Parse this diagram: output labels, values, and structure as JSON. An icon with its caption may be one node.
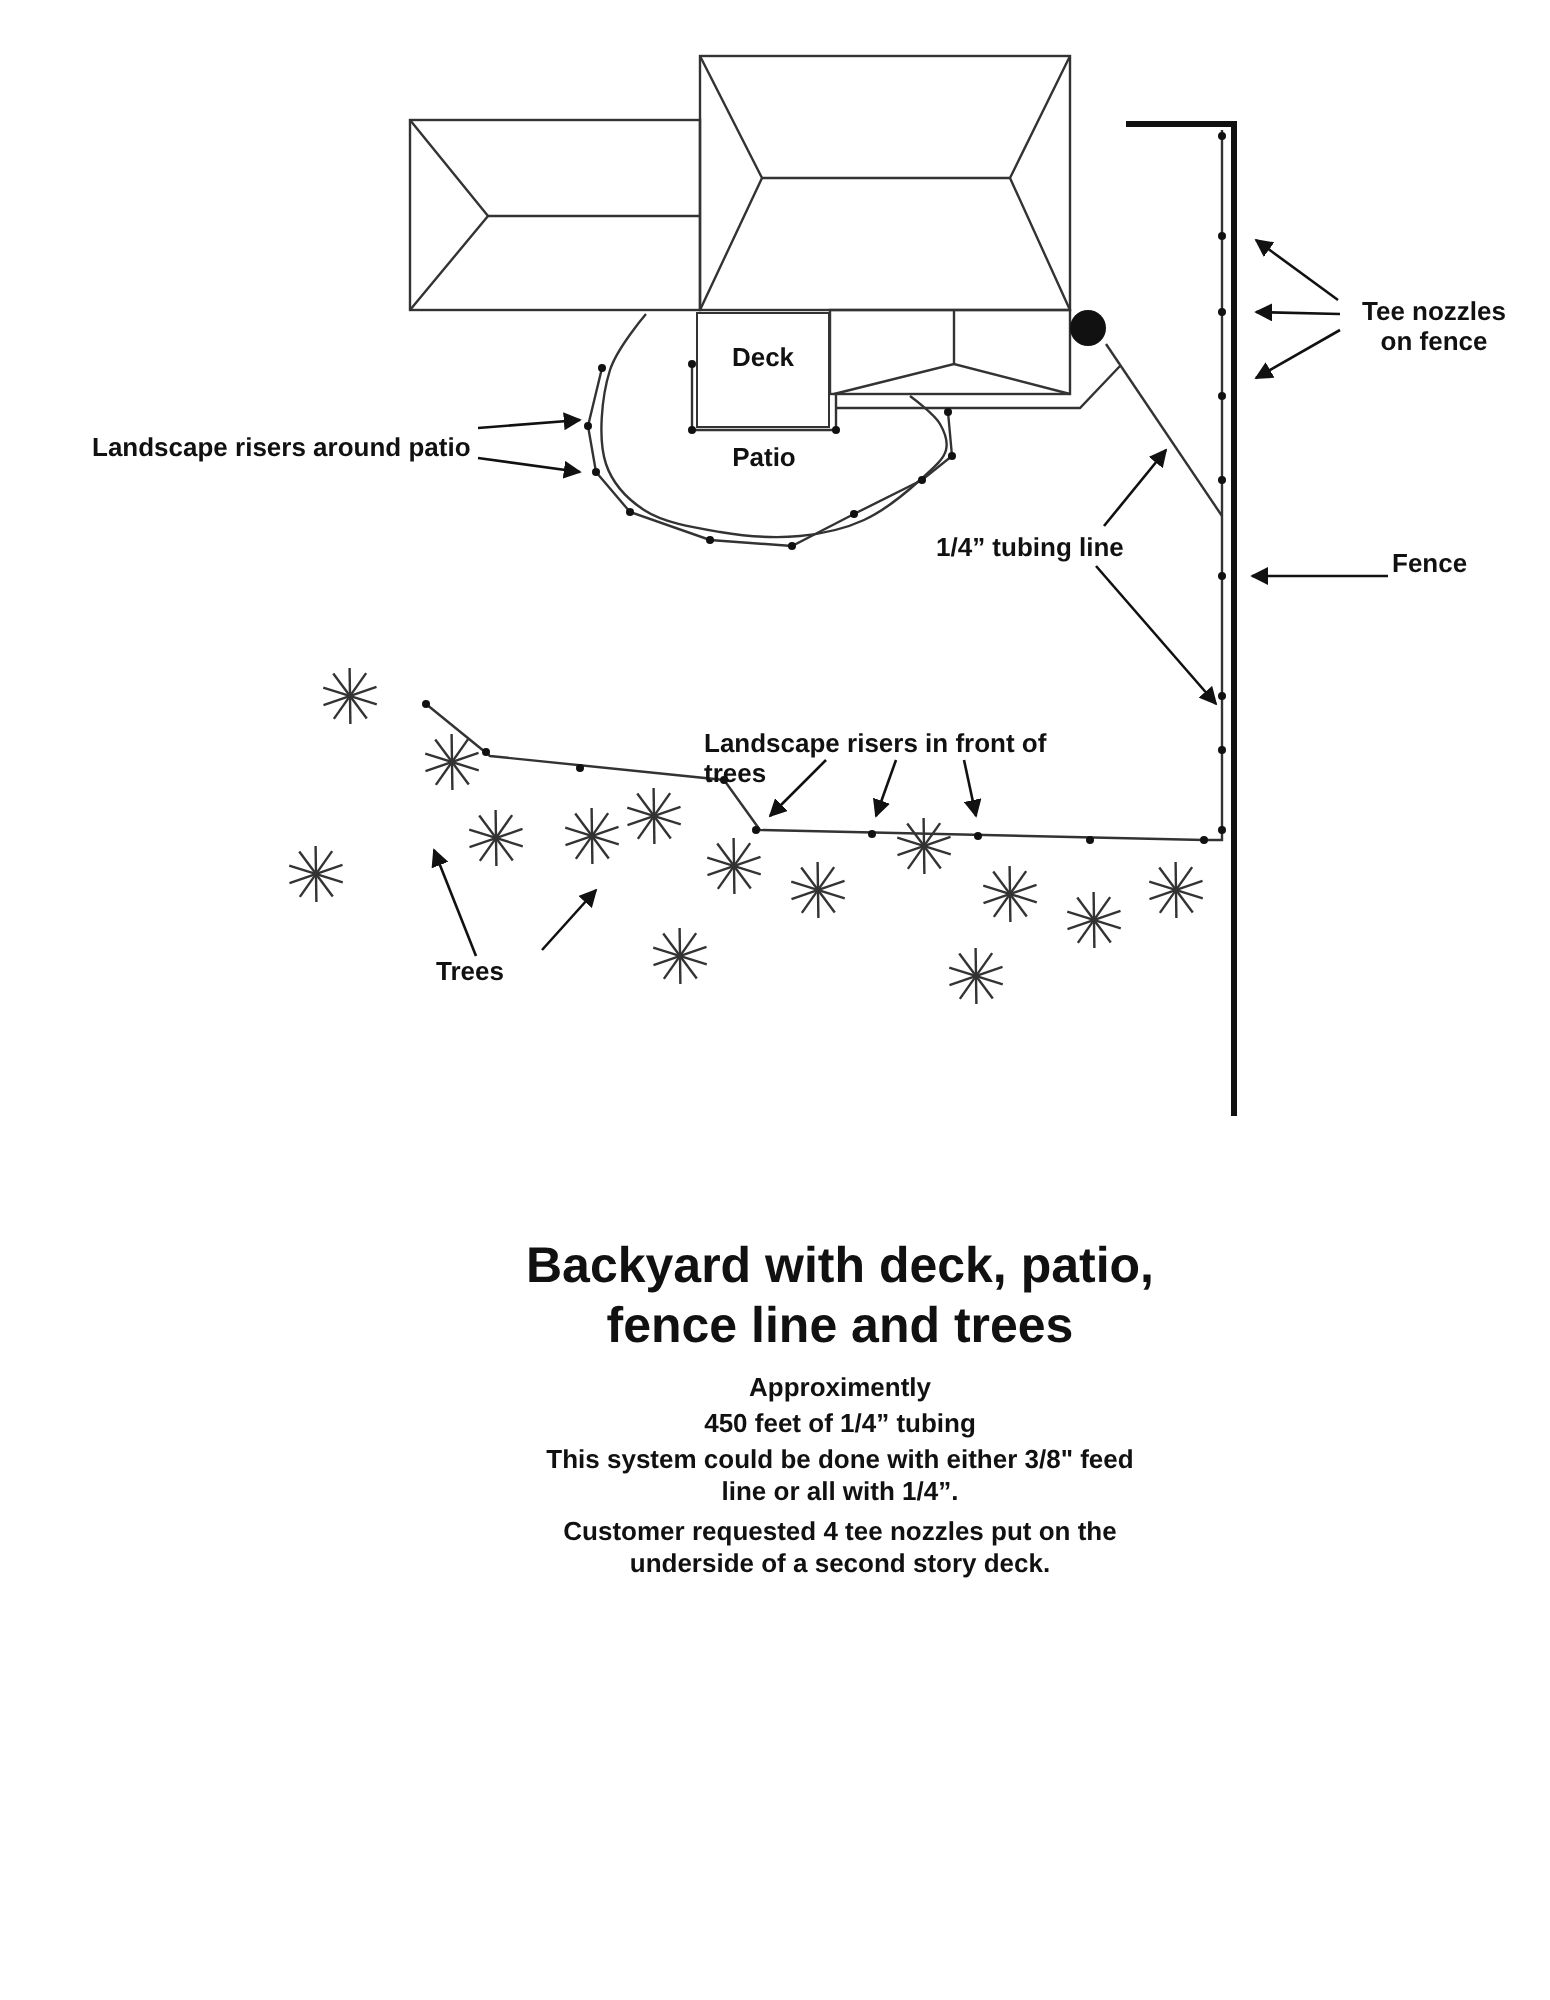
{
  "diagram": {
    "title": "Backyard with deck, patio, fence line and trees",
    "nodes": [
      {
        "text": [
          "Deck"
        ]
      },
      {
        "text": [
          "Landscape risers around patio"
        ]
      },
      {
        "text": [
          "Tee nozzles on fence"
        ]
      },
      {
        "text": [
          "1/4” tubing line"
        ]
      },
      {
        "text": [
          "Fence"
        ]
      },
      {
        "text": [
          "Landscape risers in front of trees"
        ]
      },
      {
        "text": [
          "Trees"
        ]
      }
    ],
    "edges": [
      {
        "from": 1,
        "to": null,
        "arrow": "to"
      },
      {
        "from": 1,
        "to": null,
        "arrow": "to"
      },
      {
        "from": 2,
        "to": null,
        "arrow": "to"
      },
      {
        "from": 2,
        "to": null,
        "arrow": "to"
      },
      {
        "from": 2,
        "to": null,
        "arrow": "to"
      },
      {
        "from": 3,
        "to": null,
        "arrow": "to"
      },
      {
        "from": 3,
        "to": null,
        "arrow": "to"
      },
      {
        "from": 4,
        "to": null,
        "arrow": "to"
      },
      {
        "from": 5,
        "to": null,
        "arrow": "to"
      },
      {
        "from": 5,
        "to": null,
        "arrow": "to"
      },
      {
        "from": 5,
        "to": null,
        "arrow": "to"
      },
      {
        "from": 6,
        "to": null,
        "arrow": "to"
      },
      {
        "from": 6,
        "to": null,
        "arrow": "to"
      }
    ],
    "labels": [
      "Patio",
      "Approximently",
      "450 feet of 1/4” tubing",
      "This system could be done with either 3/8\" feed line or all with 1/4”.",
      "Customer requested 4 tee nozzles put on the underside of a second story deck."
    ]
  }
}
